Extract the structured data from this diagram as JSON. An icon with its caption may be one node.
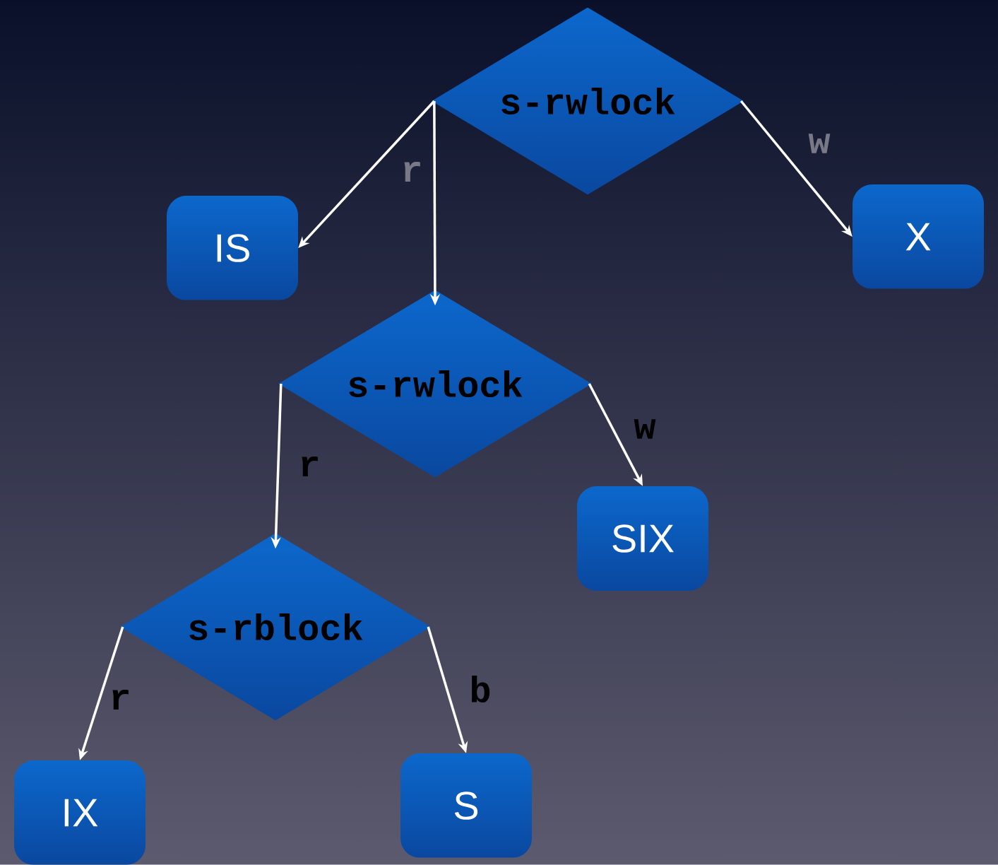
{
  "diagram": {
    "nodes": [
      {
        "text": [
          "s-rwlock"
        ]
      },
      {
        "text": [
          "IS"
        ]
      },
      {
        "text": [
          "X"
        ]
      },
      {
        "text": [
          "s-rwlock"
        ]
      },
      {
        "text": [
          "SIX"
        ]
      },
      {
        "text": [
          "s-rblock"
        ]
      },
      {
        "text": [
          "IX"
        ]
      },
      {
        "text": [
          "S"
        ]
      }
    ],
    "edges": [
      {
        "from": 0,
        "to": 1,
        "arrow": "to",
        "label": "r"
      },
      {
        "from": 0,
        "to": 3,
        "arrow": "to"
      },
      {
        "from": 0,
        "to": 2,
        "arrow": "to",
        "label": "w"
      },
      {
        "from": 3,
        "to": 5,
        "arrow": "to",
        "label": "r"
      },
      {
        "from": 3,
        "to": 4,
        "arrow": "to",
        "label": "w"
      },
      {
        "from": 5,
        "to": 6,
        "arrow": "to",
        "label": "r"
      },
      {
        "from": 5,
        "to": 7,
        "arrow": "to",
        "label": "b"
      }
    ]
  }
}
